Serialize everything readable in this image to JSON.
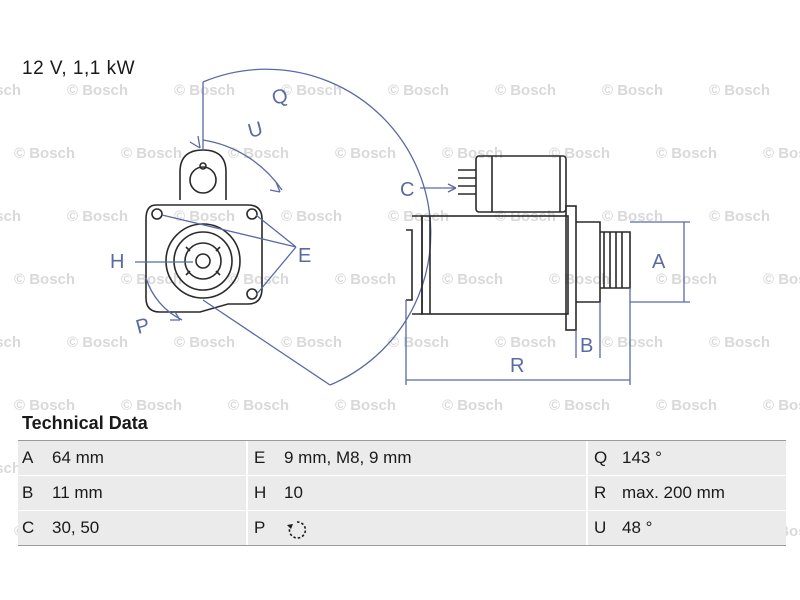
{
  "header": {
    "spec": "12 V, 1,1 kW"
  },
  "watermark": {
    "text": "© Bosch"
  },
  "diagram_labels": {
    "q": "Q",
    "u": "U",
    "e": "E",
    "h": "H",
    "p": "P",
    "c": "C",
    "a": "A",
    "b": "B",
    "r": "R"
  },
  "technical_data": {
    "title": "Technical Data",
    "rows": [
      {
        "c1_key": "A",
        "c1_val": "64 mm",
        "c2_key": "E",
        "c2_val": "9 mm, M8, 9 mm",
        "c3_key": "Q",
        "c3_val": "143 °"
      },
      {
        "c1_key": "B",
        "c1_val": "11 mm",
        "c2_key": "H",
        "c2_val": "10",
        "c3_key": "R",
        "c3_val": "max. 200 mm"
      },
      {
        "c1_key": "C",
        "c1_val": "30, 50",
        "c2_key": "P",
        "c2_val": "",
        "c3_key": "U",
        "c3_val": "48 °"
      }
    ]
  },
  "colors": {
    "dimension_line": "#5a6aa3",
    "drawing_line": "#2a2a2a",
    "table_bg": "#ebebeb",
    "watermark": "#d9d9d9"
  }
}
